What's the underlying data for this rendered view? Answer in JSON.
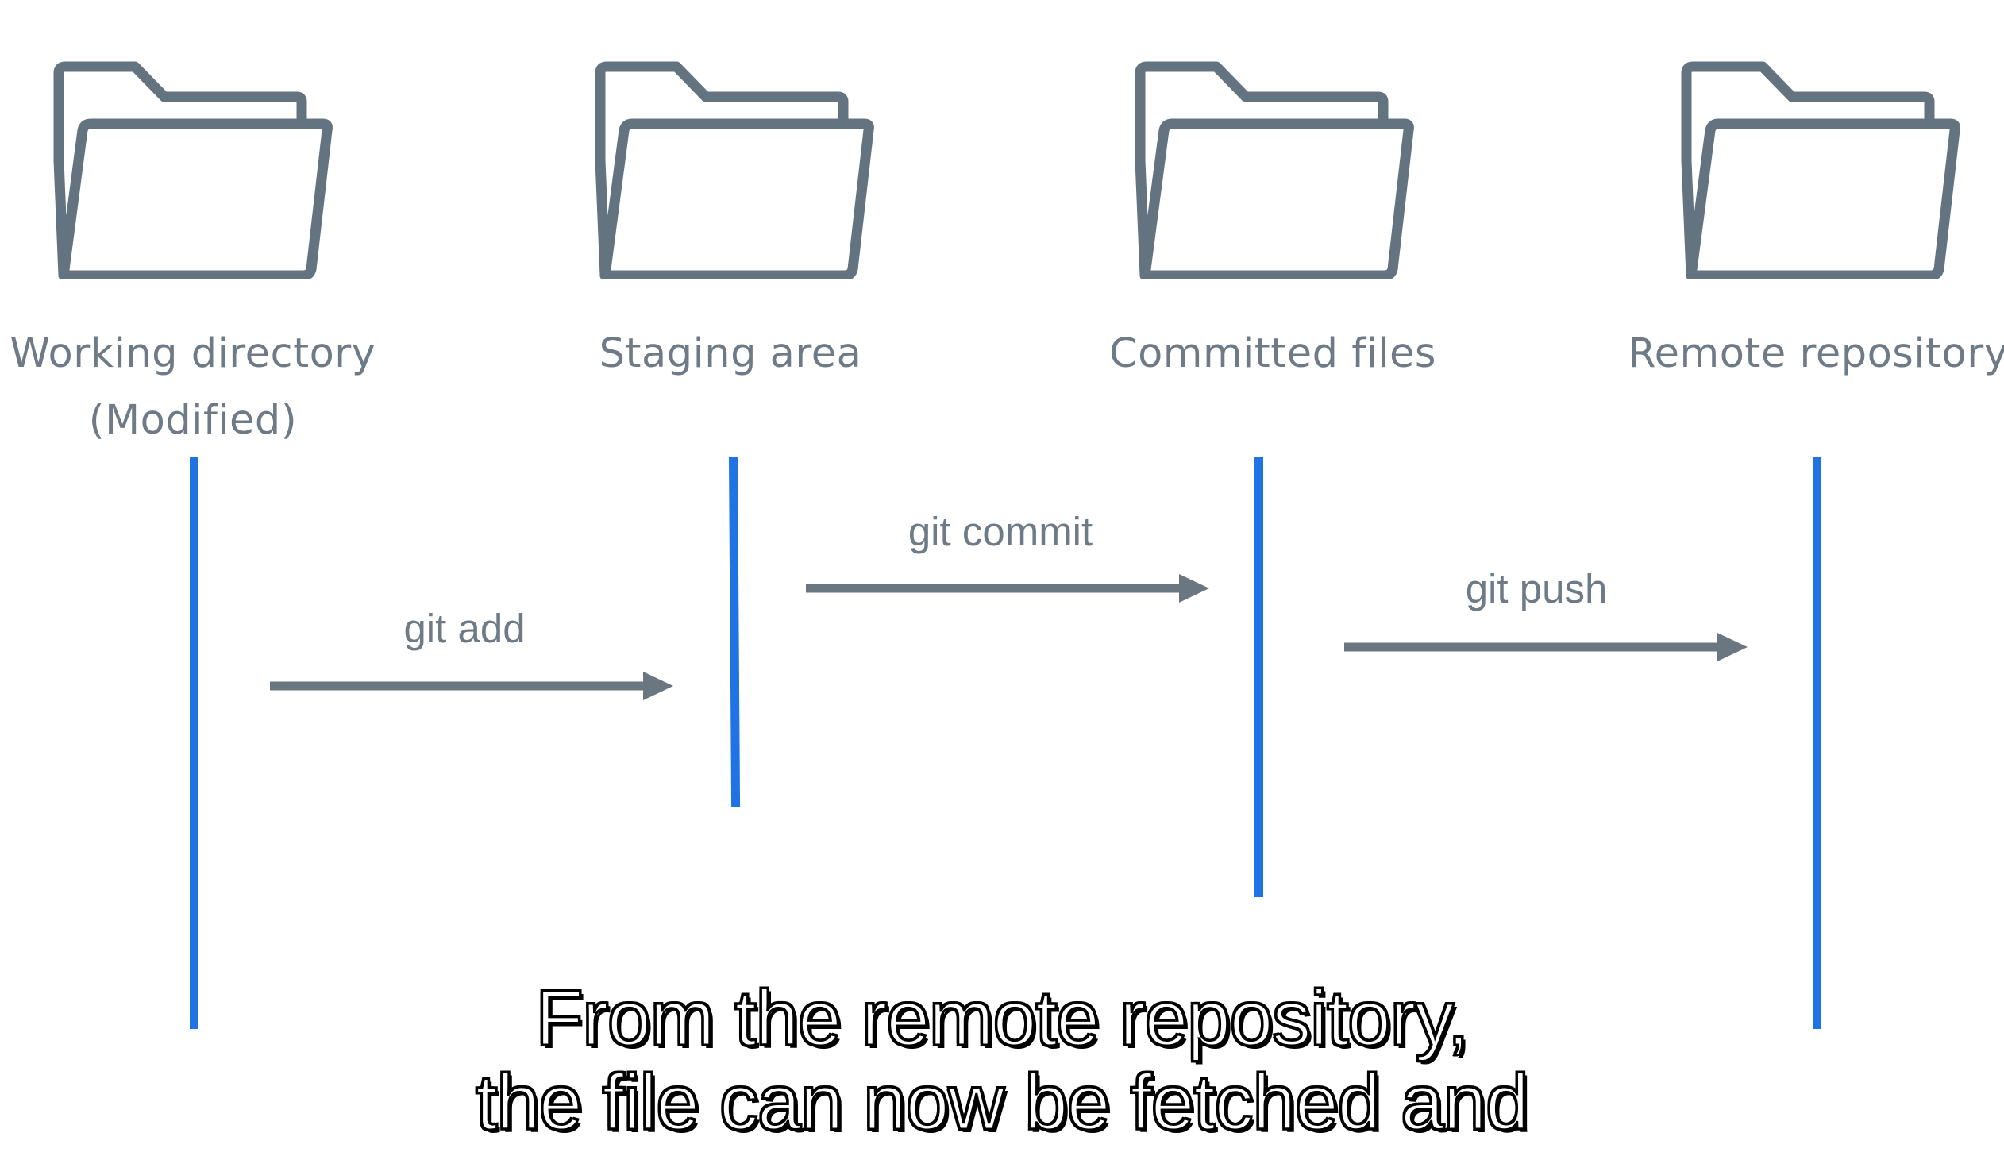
{
  "stages": [
    {
      "title": "Working directory",
      "subtitle": "(Modified)",
      "icon": "folder-icon"
    },
    {
      "title": "Staging area",
      "subtitle": "",
      "icon": "folder-icon"
    },
    {
      "title": "Committed files",
      "subtitle": "",
      "icon": "folder-icon"
    },
    {
      "title": "Remote repository",
      "subtitle": "",
      "icon": "folder-icon"
    }
  ],
  "commands": [
    {
      "label": "git add",
      "from": "Working directory",
      "to": "Staging area"
    },
    {
      "label": "git commit",
      "from": "Staging area",
      "to": "Committed files"
    },
    {
      "label": "git push",
      "from": "Committed files",
      "to": "Remote repository"
    }
  ],
  "caption": {
    "line1": "From the remote repository,",
    "line2": "the file can now be fetched and"
  },
  "colors": {
    "timeline": "#1f73e5",
    "icon": "#637480",
    "text": "#6e7b86",
    "arrow": "#6b7780"
  }
}
